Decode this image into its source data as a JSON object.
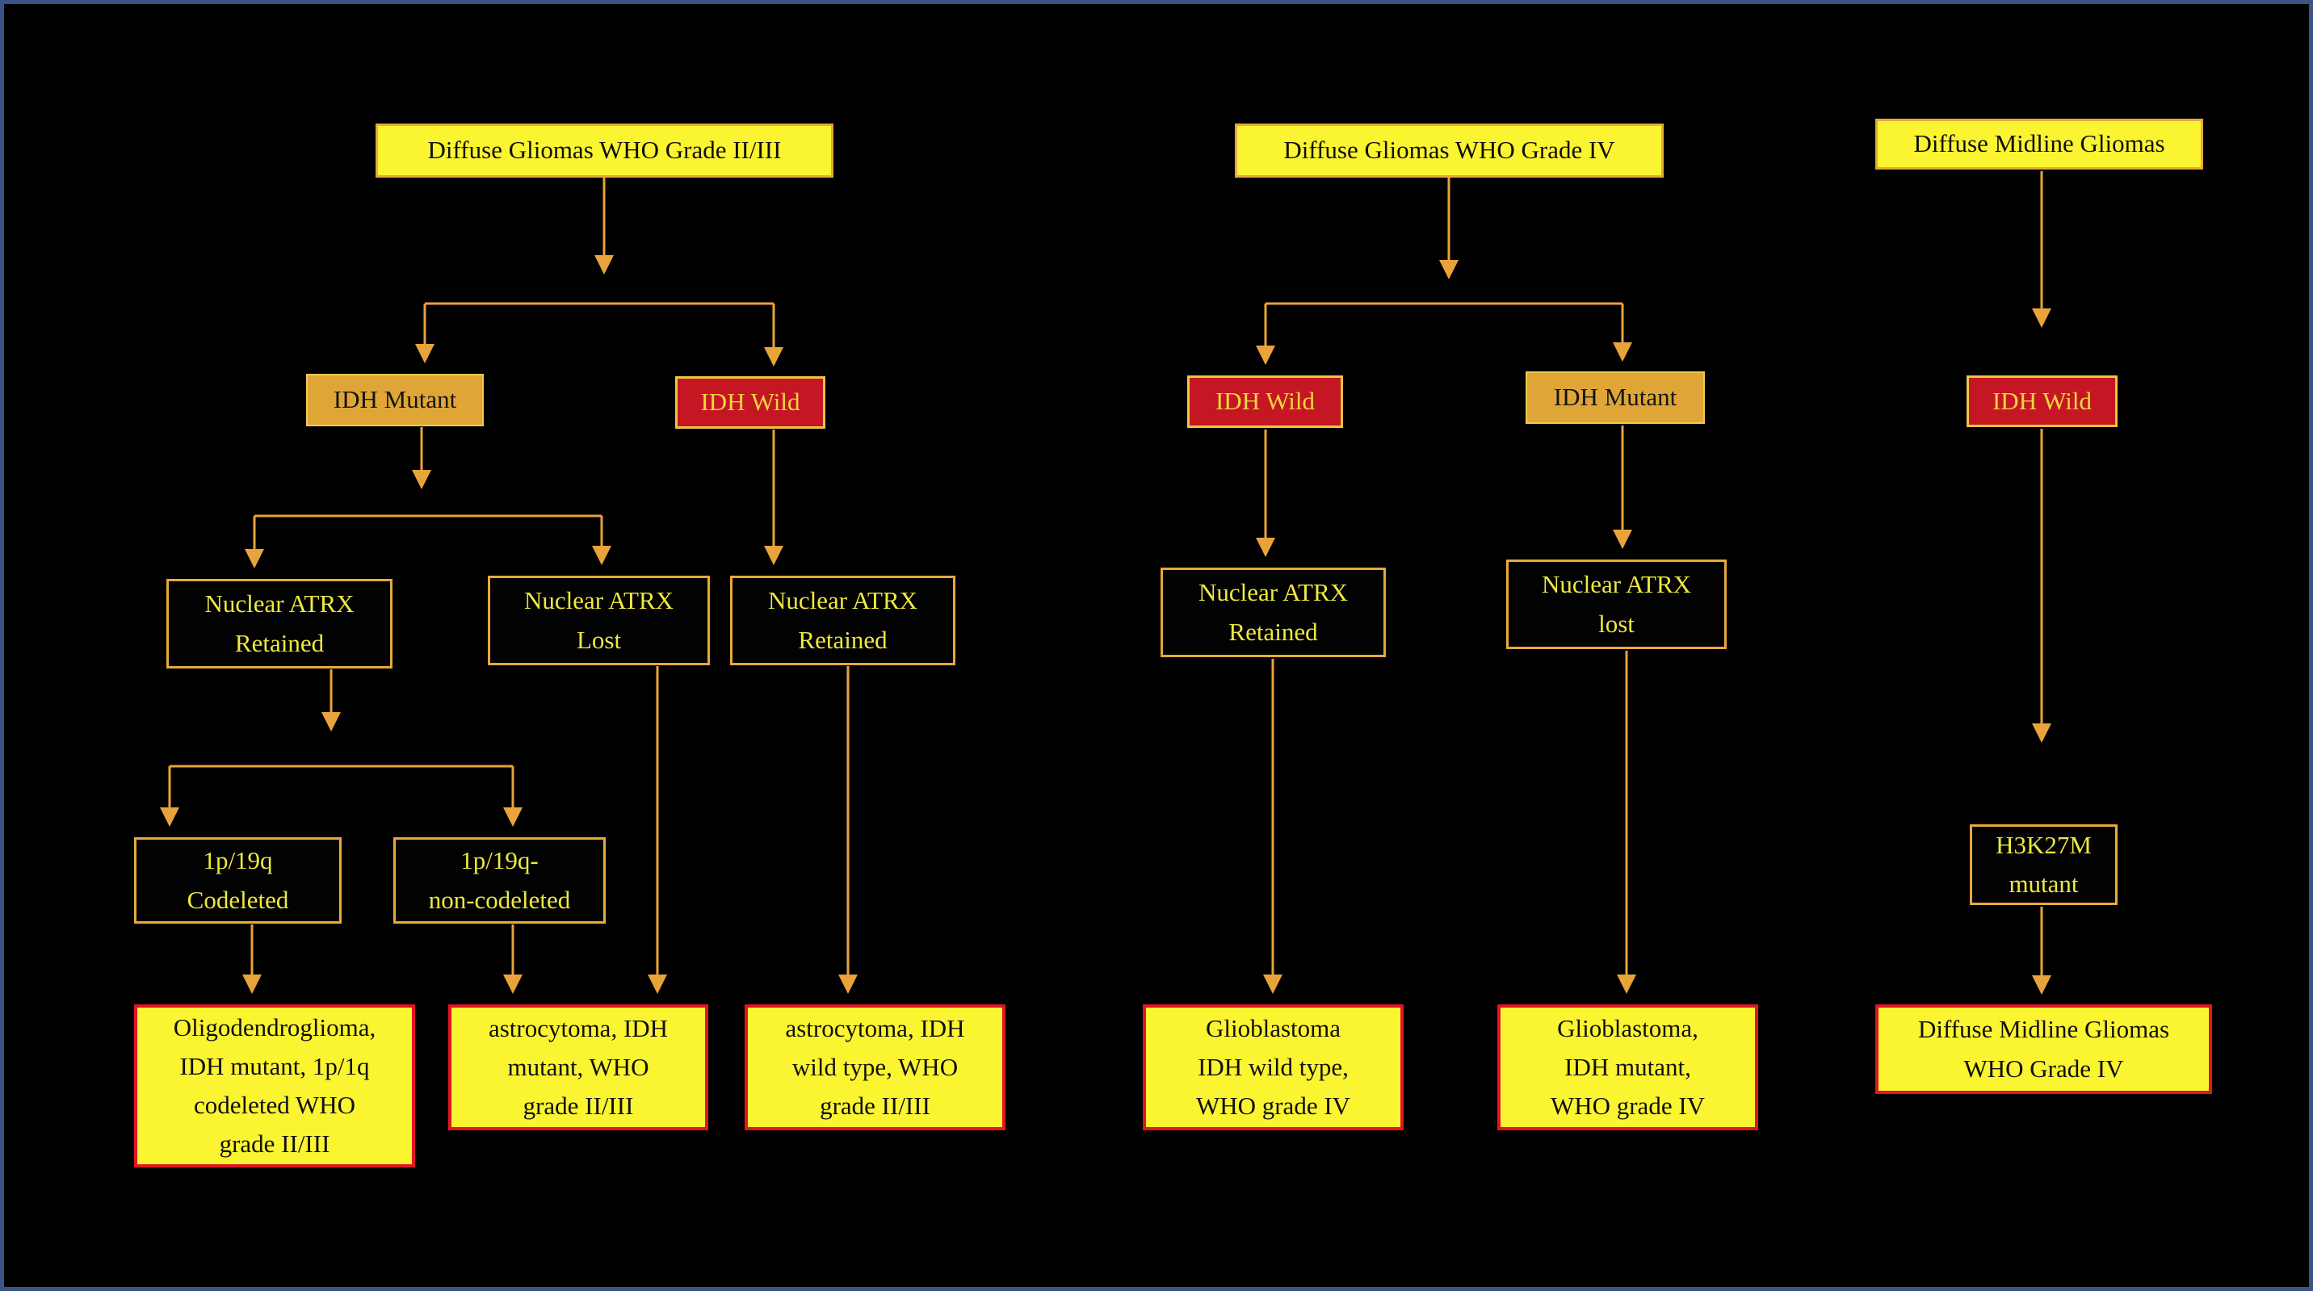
{
  "palette": {
    "background": "#000000",
    "frame_border": "#3d5385",
    "connector": "#e8a33b",
    "node_yellow_fill": "#fbf431",
    "node_yellow_border": "#e8a93b",
    "node_gold_fill": "#dfa637",
    "node_red_fill": "#c51623",
    "node_red_text": "#f2d43f",
    "node_dark_border": "#e8a93b",
    "node_dark_text": "#eee93f",
    "result_border_red": "#e11523",
    "text_black": "#101010"
  },
  "left_tree": {
    "root": "Diffuse Gliomas WHO Grade II/III",
    "idh_mutant": "IDH Mutant",
    "idh_wild": "IDH Wild",
    "atrx_retained_a": "Nuclear ATRX\nRetained",
    "atrx_lost": "Nuclear ATRX\nLost",
    "atrx_retained_b": "Nuclear ATRX\nRetained",
    "codeleted": "1p/19q\nCodeleted",
    "non_codeleted": "1p/19q-\nnon-codeleted",
    "outcome_oligodendroglioma": "Oligodendroglioma,\nIDH mutant, 1p/1q\ncodeleted WHO\ngrade II/III",
    "outcome_astrocytoma_mutant": "astrocytoma, IDH\nmutant, WHO\ngrade II/III",
    "outcome_astrocytoma_wild": "astrocytoma, IDH\nwild type, WHO\ngrade II/III"
  },
  "middle_tree": {
    "root": "Diffuse Gliomas WHO Grade IV",
    "idh_wild": "IDH Wild",
    "idh_mutant": "IDH Mutant",
    "atrx_retained": "Nuclear ATRX\nRetained",
    "atrx_lost": "Nuclear ATRX\nlost",
    "outcome_glioblastoma_wild": "Glioblastoma\nIDH wild type,\nWHO grade IV",
    "outcome_glioblastoma_mutant": "Glioblastoma,\nIDH mutant,\nWHO grade IV"
  },
  "right_tree": {
    "root": "Diffuse Midline Gliomas",
    "idh_wild": "IDH Wild",
    "h3k27m": "H3K27M\nmutant",
    "outcome": "Diffuse Midline Gliomas\nWHO Grade IV"
  }
}
